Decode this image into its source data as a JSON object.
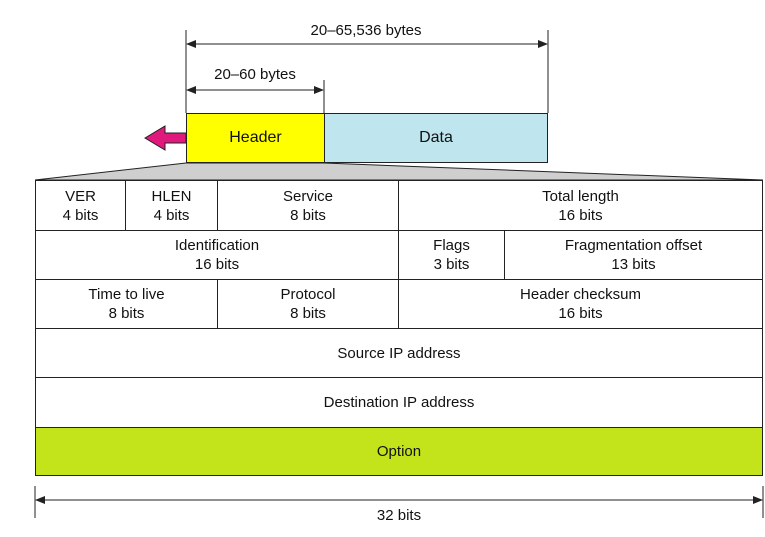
{
  "dimensions": {
    "total_bytes": "20–65,536 bytes",
    "header_bytes": "20–60 bytes",
    "width_bits": "32 bits"
  },
  "packet": {
    "header_label": "Header",
    "data_label": "Data"
  },
  "fields": {
    "row1": [
      {
        "name": "VER",
        "size": "4 bits"
      },
      {
        "name": "HLEN",
        "size": "4 bits"
      },
      {
        "name": "Service",
        "size": "8 bits"
      },
      {
        "name": "Total length",
        "size": "16 bits"
      }
    ],
    "row2": [
      {
        "name": "Identification",
        "size": "16 bits"
      },
      {
        "name": "Flags",
        "size": "3 bits"
      },
      {
        "name": "Fragmentation offset",
        "size": "13 bits"
      }
    ],
    "row3": [
      {
        "name": "Time to live",
        "size": "8 bits"
      },
      {
        "name": "Protocol",
        "size": "8 bits"
      },
      {
        "name": "Header checksum",
        "size": "16 bits"
      }
    ],
    "row4": {
      "name": "Source IP address"
    },
    "row5": {
      "name": "Destination IP address"
    },
    "row6": {
      "name": "Option"
    }
  },
  "colors": {
    "header": "#ffff00",
    "data": "#bfe6ef",
    "option": "#c3e31a",
    "arrow": "#e0197d"
  },
  "icons": {
    "direction": "arrow-left-icon"
  }
}
